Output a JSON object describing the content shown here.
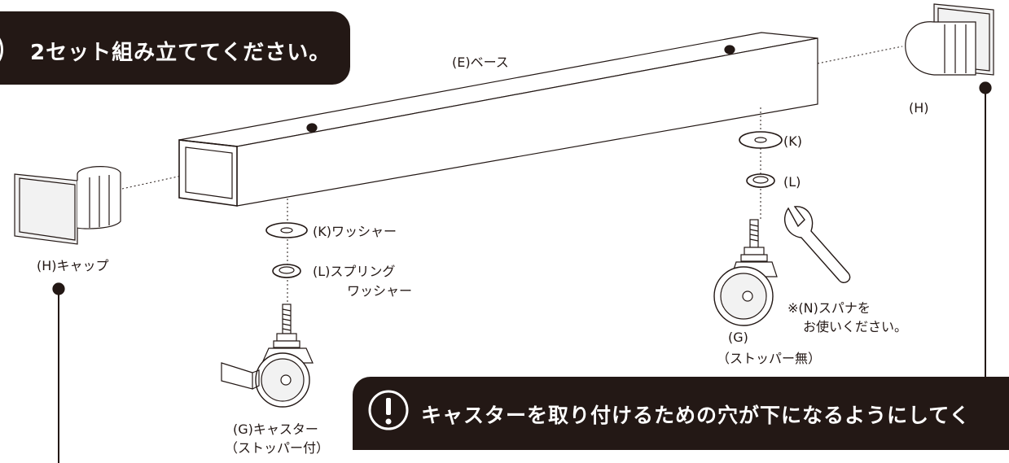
{
  "heading": {
    "text": "2セット組み立ててください。"
  },
  "note": {
    "text": "キャスターを取り付けるための穴が下になるようにしてく"
  },
  "labels": {
    "base": "(E)ベース",
    "cap_left": "(H)キャップ",
    "cap_right": "(H)",
    "washer_left": "(K)ワッシャー",
    "washer_right": "(K)",
    "spring_left_1": "(L)スプリング",
    "spring_left_2": "ワッシャー",
    "spring_right": "(L)",
    "caster_stopper_1": "(G)キャスター",
    "caster_stopper_2": "（ストッパー付）",
    "caster_free_1": "(G)",
    "caster_free_2": "（ストッパー無）",
    "spanner_1": "※(N)スパナを",
    "spanner_2": "お使いください。"
  },
  "colors": {
    "ink": "#231815",
    "paper": "#ffffff",
    "part_fill": "#f2f2f2"
  }
}
